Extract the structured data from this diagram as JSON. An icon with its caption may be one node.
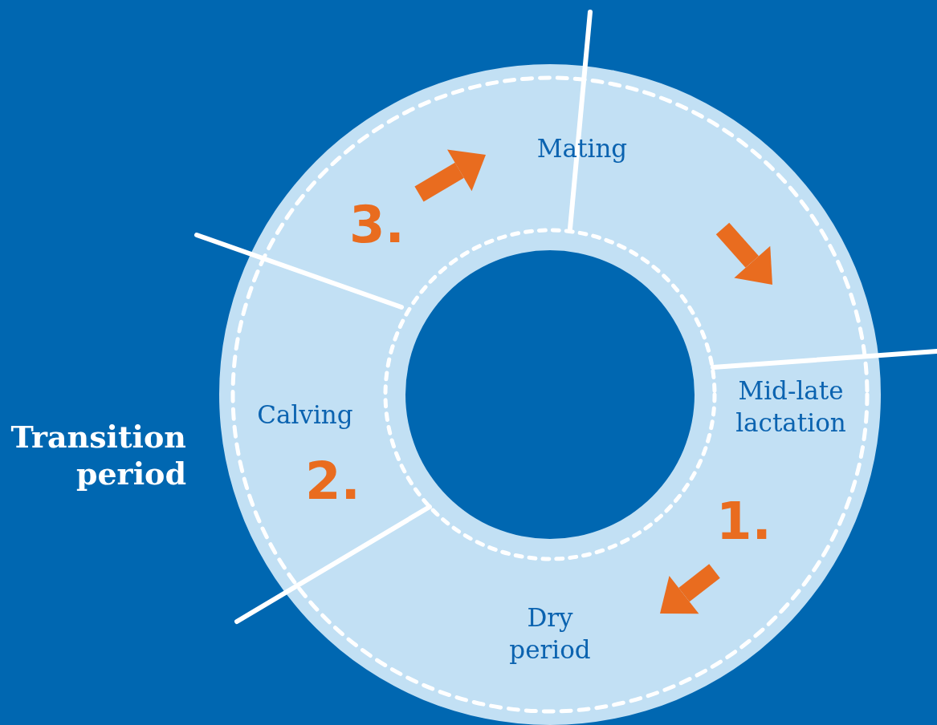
{
  "diagram": {
    "nodes": [
      {
        "text": [
          "Mating"
        ]
      },
      {
        "text": [
          "Mid-late lactation"
        ]
      },
      {
        "text": [
          "Calving"
        ]
      },
      {
        "text": [
          "Dry period"
        ]
      }
    ],
    "labels": [
      "3.",
      "Transition period",
      "2.",
      "1."
    ]
  }
}
